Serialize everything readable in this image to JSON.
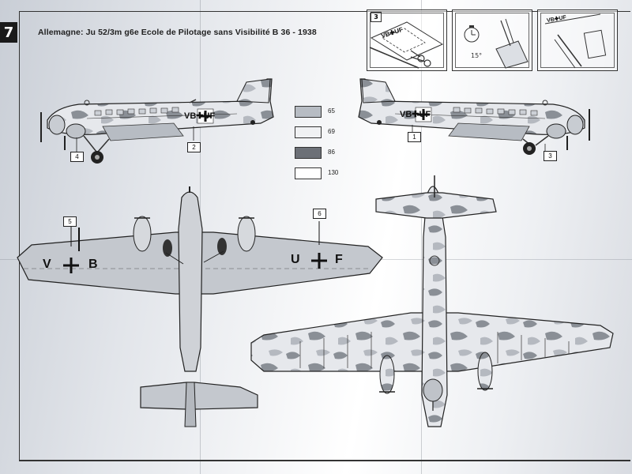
{
  "page_number": "7",
  "title": "Allemagne: Ju 52/3m  g6e  Ecole de Pilotage sans Visibilité B 36 - 1938",
  "colors": {
    "c65": "#b7bcc3",
    "c69": "#f0f1f3",
    "c86": "#6c7077",
    "c130": "#ffffff"
  },
  "legend": [
    {
      "code": "65",
      "color": "#b7bcc3"
    },
    {
      "code": "69",
      "color": "#f0f1f3"
    },
    {
      "code": "86",
      "color": "#6c7077"
    },
    {
      "code": "130",
      "color": "#ffffff"
    }
  ],
  "steps": {
    "step1_num": "3",
    "step1_decal": "VB✚UF",
    "step3_decal": "VB✚UF",
    "step2_angle": "15°"
  },
  "callouts": {
    "c1": "1",
    "c2": "2",
    "c3": "3",
    "c4": "4",
    "c5": "5",
    "c6": "6"
  },
  "registration": {
    "left_side": "VB✚UF",
    "right_side": "VB✚UF",
    "top_left_wing_a": "V",
    "top_left_wing_b": "B",
    "top_right_wing_a": "U",
    "top_right_wing_b": "F"
  }
}
